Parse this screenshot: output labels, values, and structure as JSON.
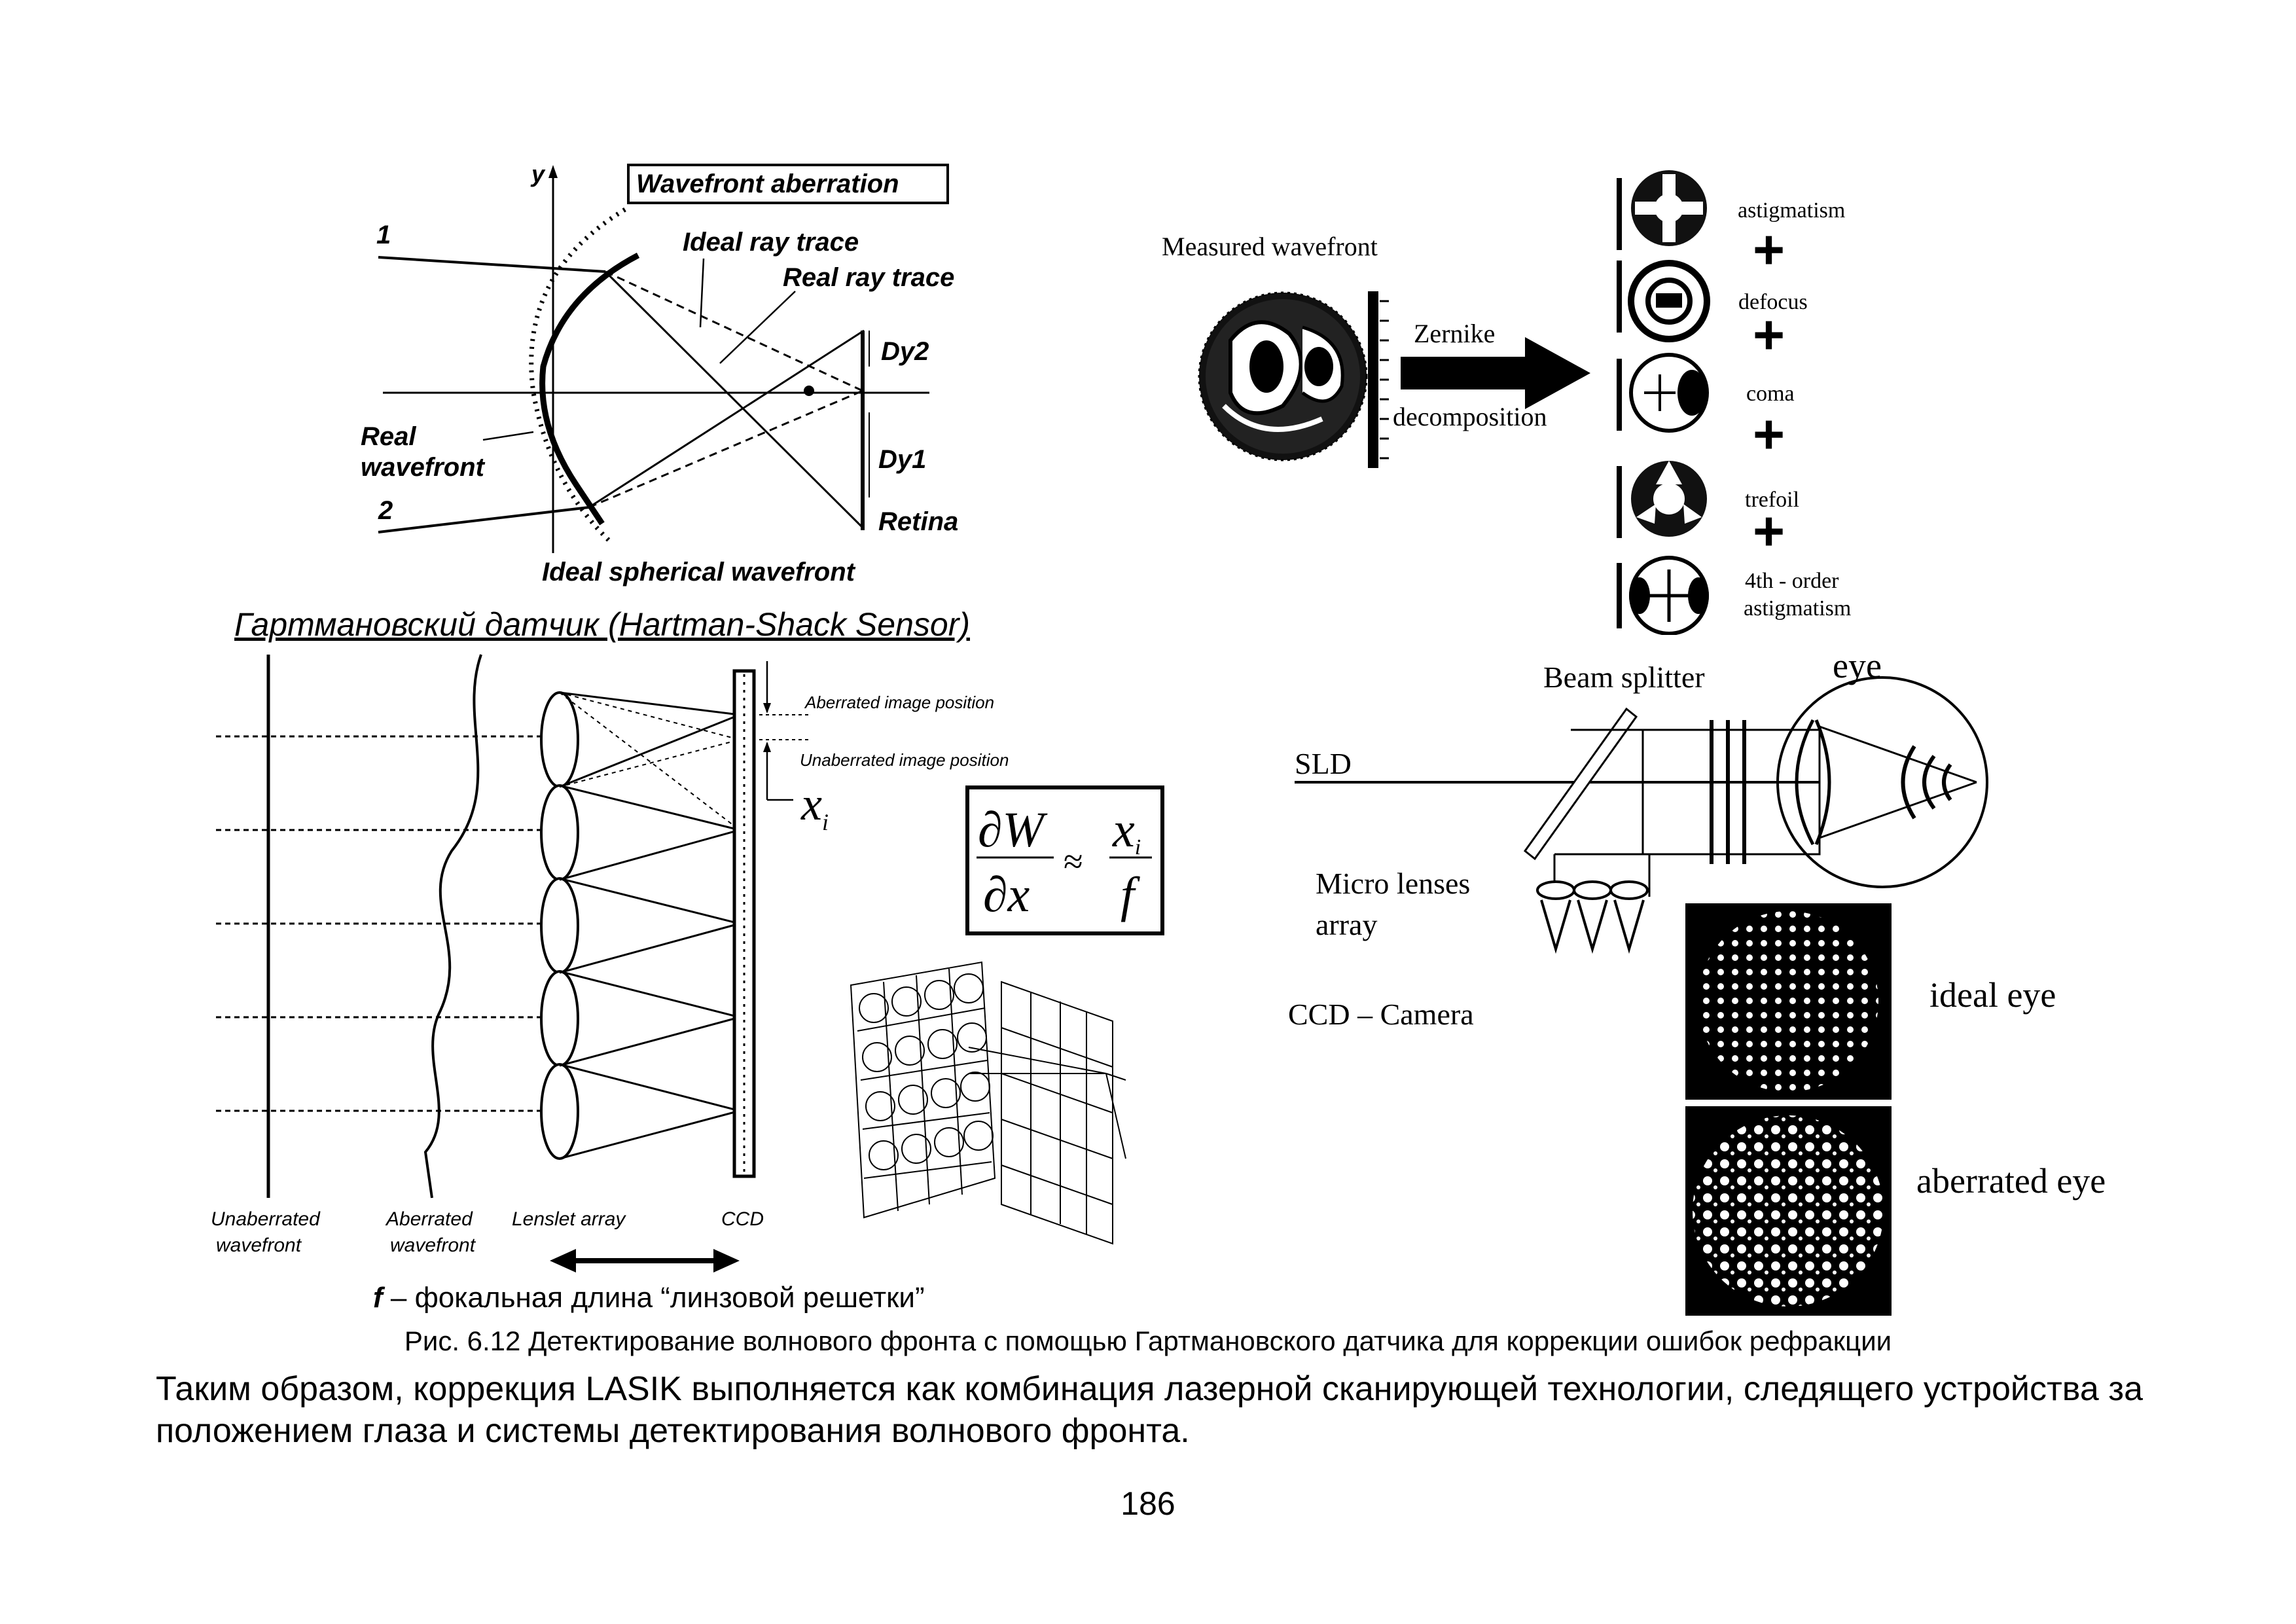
{
  "wavefront_diagram": {
    "axis_y": "y",
    "box_label": "Wavefront aberration",
    "ideal_ray_trace": "Ideal ray trace",
    "real_ray_trace": "Real ray trace",
    "ray_1": "1",
    "ray_2": "2",
    "real_wavefront_1": "Real",
    "real_wavefront_2": "wavefront",
    "dy2": "Dy2",
    "dy1": "Dy1",
    "retina": "Retina",
    "ideal_spherical": "Ideal spherical wavefront"
  },
  "sensor_title": "Гартмановский датчик (Hartman-Shack Sensor)",
  "hs_sensor": {
    "aberrated_image_position": "Aberrated image position",
    "unaberrated_image_position": "Unaberrated image position",
    "xi": "x",
    "xi_sub": "i",
    "formula_num": "∂W",
    "formula_den": "∂x",
    "formula_approx": "≈",
    "formula_rnum": "x",
    "formula_rnum_sub": "i",
    "formula_rden": "f",
    "unaberrated_wavefront_1": "Unaberrated",
    "unaberrated_wavefront_2": "wavefront",
    "aberrated_wavefront_1": "Aberrated",
    "aberrated_wavefront_2": "wavefront",
    "lenslet_array": "Lenslet array",
    "ccd": "CCD",
    "focal_f": "f",
    "focal_text": " – фокальная длина “линзовой решетки”"
  },
  "zernike": {
    "measured_wavefront": "Measured wavefront",
    "arrow_top": "Zernike",
    "arrow_bottom": "decomposition",
    "modes": [
      "astigmatism",
      "defocus",
      "coma",
      "trefoil",
      "4th - order",
      "astigmatism"
    ],
    "plus": "+"
  },
  "optical_setup": {
    "beam_splitter": "Beam splitter",
    "eye": "eye",
    "sld": "SLD",
    "micro_lenses_1": "Micro lenses",
    "micro_lenses_2": "array",
    "ccd_camera": "CCD – Camera",
    "ideal_eye": "ideal eye",
    "aberrated_eye": "aberrated eye"
  },
  "caption": "Рис. 6.12 Детектирование волнового фронта с помощью Гартмановского датчика для коррекции ошибок рефракции",
  "body_text": "Таким образом, коррекция LASIK выполняется как комбинация лазерной сканирующей технологии, следящего устройства за положением глаза и системы детектирования волнового фронта.",
  "page_number": "186"
}
